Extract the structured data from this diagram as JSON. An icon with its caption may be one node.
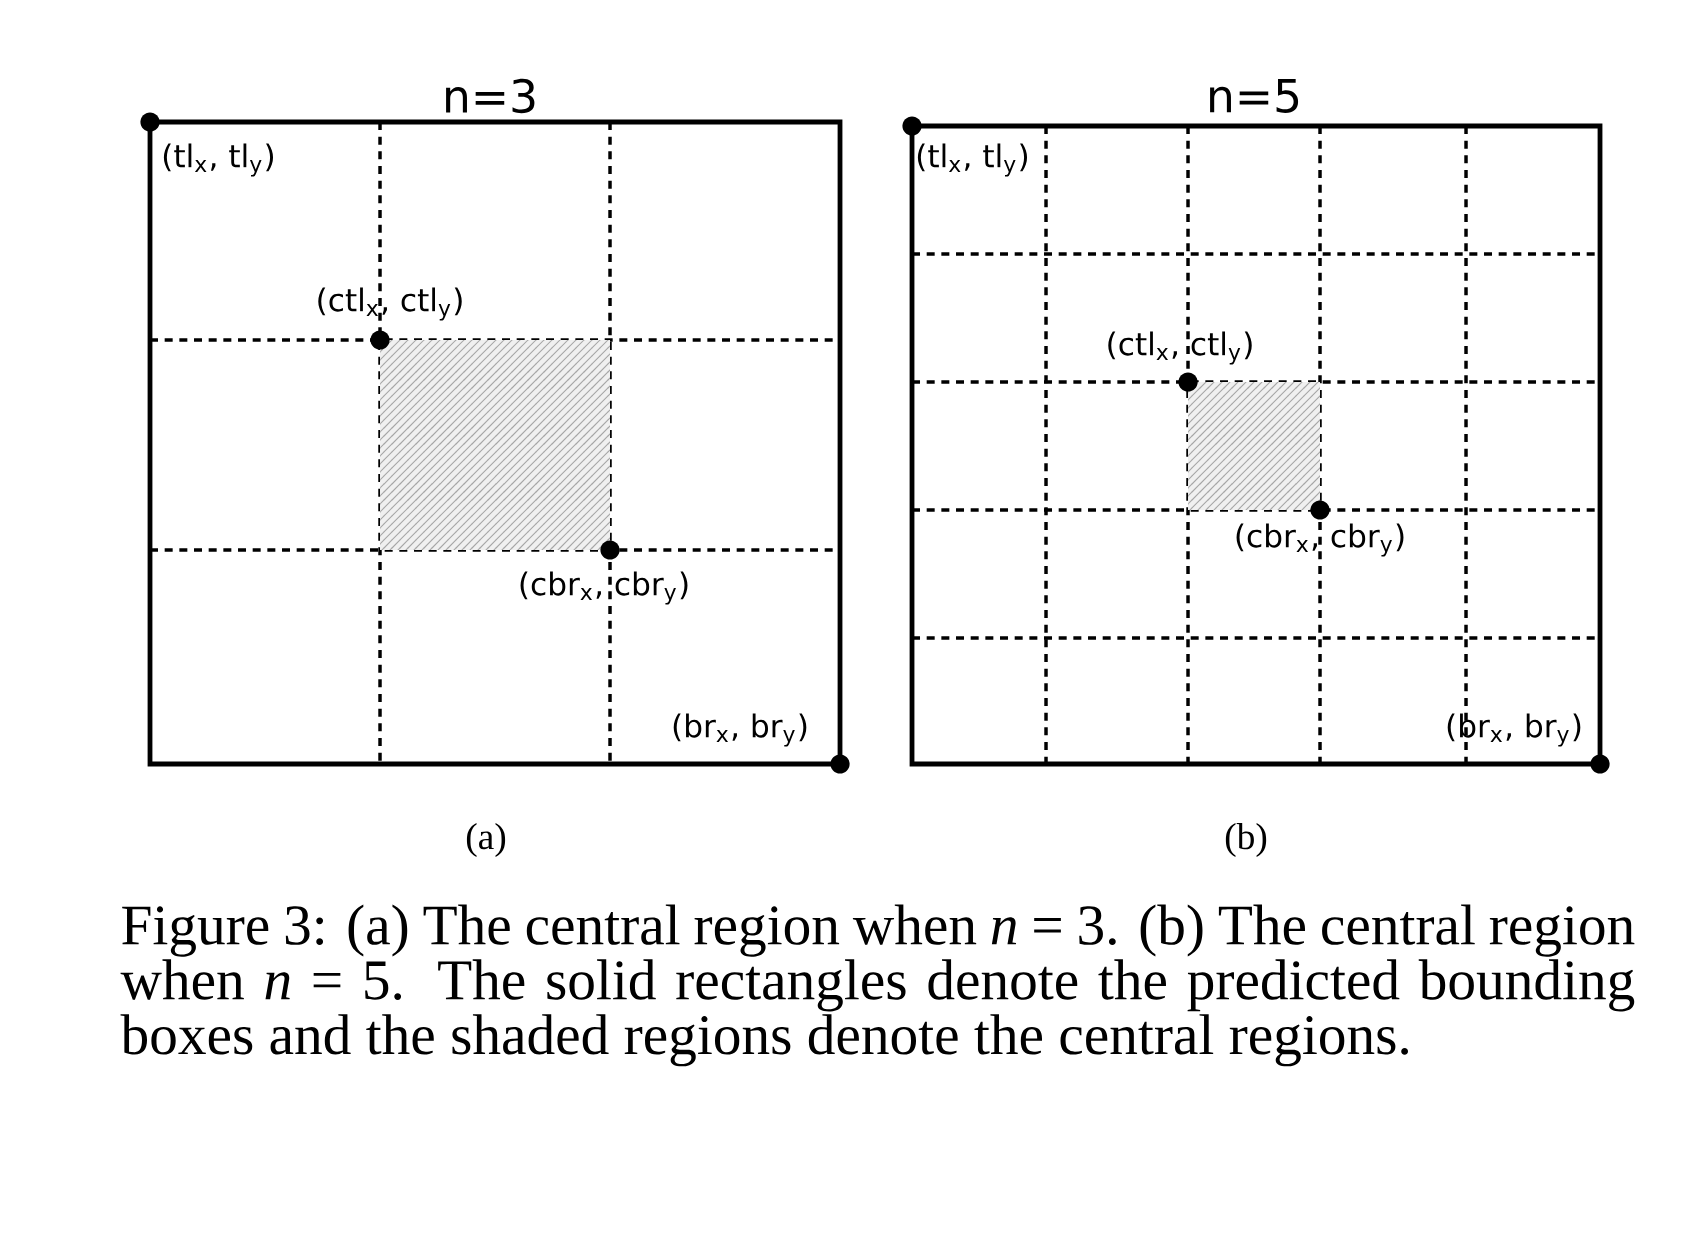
{
  "diagram": {
    "caption": "Figure 3: (a) The central region when *n* = 3. (b) The central region when *n* = 5. The solid rectangles denote the predicted bounding boxes and the shaded regions denote the central regions.",
    "nodes": [
      {
        "text": [
          "n=3"
        ],
        "beside": [
          "(a)"
        ]
      },
      {
        "text": [],
        "shape": "box",
        "in": 0
      },
      {
        "text": [
          "n=5"
        ],
        "beside": [
          "(b)"
        ]
      },
      {
        "text": [],
        "shape": "box",
        "in": 2
      }
    ],
    "labels": [
      "(tl$_{x}$, tl$_{y}$)",
      "(ctl$_{x}$, ctl$_{y}$)",
      "(cbr$_{x}$, cbr$_{y}$)",
      "(br$_{x}$, br$_{y}$)",
      "(tl$_{x}$, tl$_{y}$)",
      "(ctl$_{x}$, ctl$_{y}$)",
      "(cbr$_{x}$, cbr$_{y}$)",
      "(br$_{x}$, br$_{y}$)"
    ]
  }
}
